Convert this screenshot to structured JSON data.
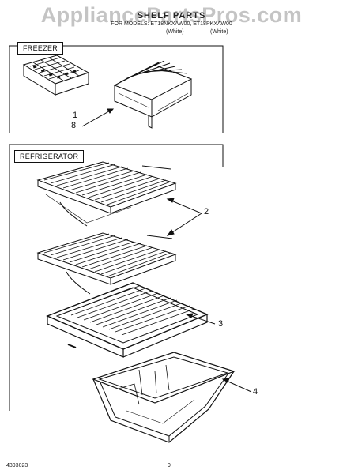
{
  "watermark": "AppliancePartsPros.com",
  "header": {
    "title": "SHELF PARTS",
    "subtitle": "FOR MODELS: ET18NKXAW00, ET18PKXAW00",
    "colors": [
      "(White)",
      "(White)"
    ]
  },
  "sections": {
    "freezer": "FREEZER",
    "refrigerator": "REFRIGERATOR"
  },
  "callouts": {
    "item_1": "1",
    "item_8": "8",
    "item_2": "2",
    "item_3": "3",
    "item_4": "4"
  },
  "footer": {
    "code": "4393023",
    "page": "9"
  },
  "colors": {
    "line": "#111111",
    "watermark": "#c4c4c4"
  }
}
